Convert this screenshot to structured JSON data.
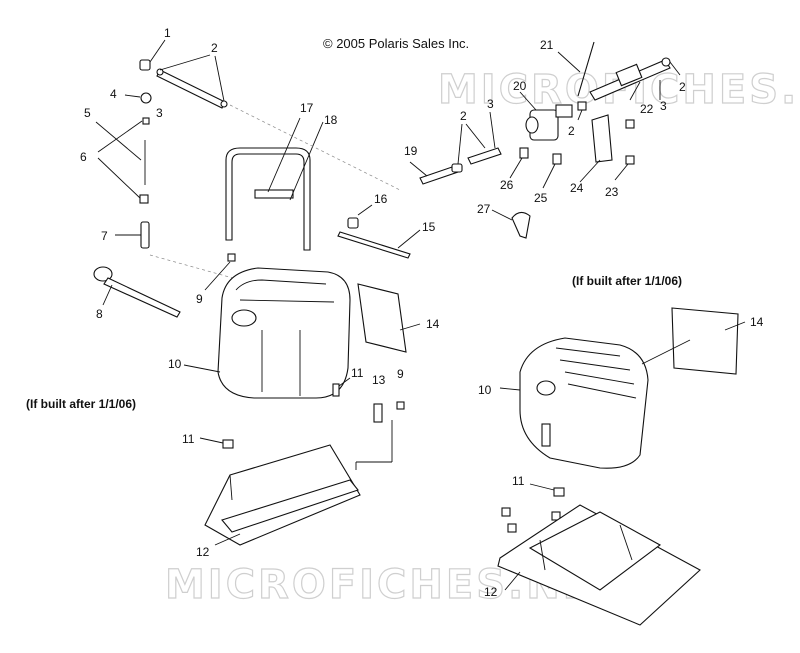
{
  "copyright": "© 2005 Polaris Sales Inc.",
  "watermark": "MICROFICHES.NET",
  "notes": {
    "left": "(If built after 1/1/06)",
    "right": "(If built after 1/1/06)"
  },
  "callouts": [
    "1",
    "2",
    "3",
    "4",
    "5",
    "6",
    "7",
    "8",
    "9",
    "10",
    "11",
    "12",
    "13",
    "14",
    "15",
    "16",
    "17",
    "18",
    "19",
    "20",
    "21",
    "22",
    "23",
    "24",
    "25",
    "26",
    "27"
  ]
}
